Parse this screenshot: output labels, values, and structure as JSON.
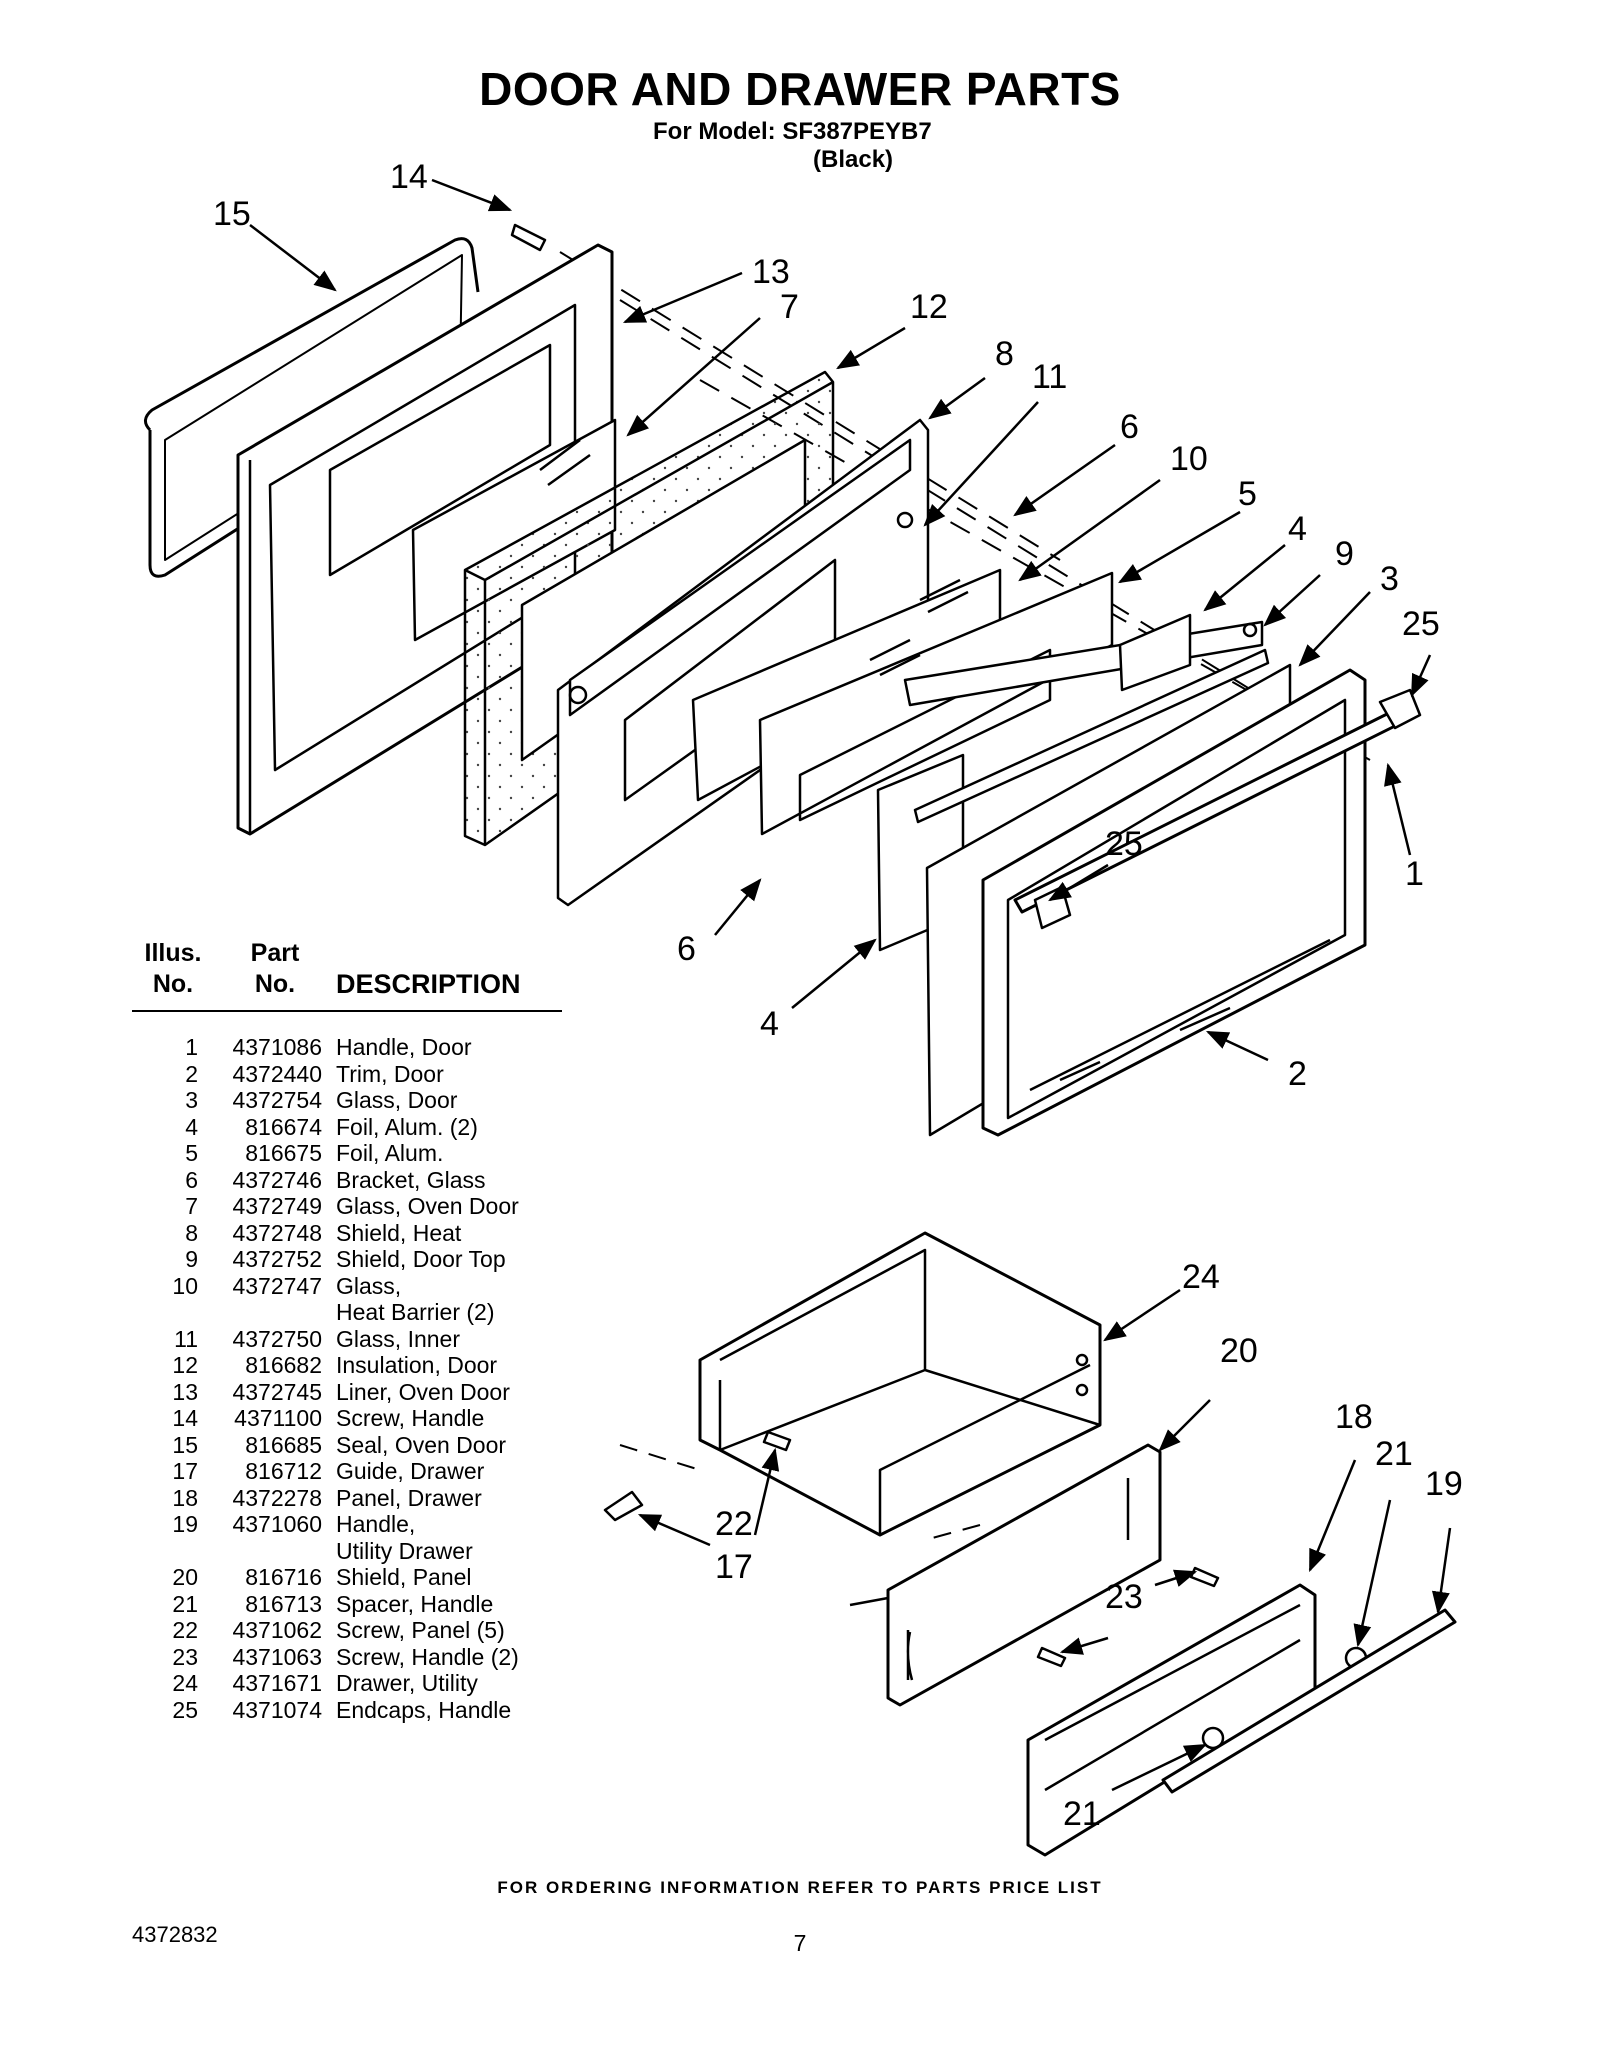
{
  "header": {
    "title": "DOOR AND DRAWER PARTS",
    "model_line": "For Model: SF387PEYB7",
    "color_line": "(Black)"
  },
  "diagram": {
    "callouts": [
      "14",
      "15",
      "13",
      "7",
      "12",
      "8",
      "11",
      "6",
      "10",
      "5",
      "4",
      "9",
      "3",
      "25",
      "1",
      "25",
      "6",
      "4",
      "2",
      "24",
      "20",
      "18",
      "21",
      "19",
      "22",
      "17",
      "23",
      "21"
    ],
    "icons": [
      "exploded-door-diagram",
      "exploded-drawer-diagram"
    ]
  },
  "parts_table": {
    "headers": {
      "illus_top": "Illus.",
      "illus_bottom": "No.",
      "part_top": "Part",
      "part_bottom": "No.",
      "description": "DESCRIPTION"
    },
    "rows": [
      {
        "no": "1",
        "part": "4371086",
        "desc": "Handle, Door"
      },
      {
        "no": "2",
        "part": "4372440",
        "desc": "Trim, Door"
      },
      {
        "no": "3",
        "part": "4372754",
        "desc": "Glass, Door"
      },
      {
        "no": "4",
        "part": "816674",
        "desc": "Foil, Alum. (2)"
      },
      {
        "no": "5",
        "part": "816675",
        "desc": "Foil, Alum."
      },
      {
        "no": "6",
        "part": "4372746",
        "desc": "Bracket, Glass"
      },
      {
        "no": "7",
        "part": "4372749",
        "desc": "Glass, Oven Door"
      },
      {
        "no": "8",
        "part": "4372748",
        "desc": "Shield, Heat"
      },
      {
        "no": "9",
        "part": "4372752",
        "desc": "Shield, Door Top"
      },
      {
        "no": "10",
        "part": "4372747",
        "desc": "Glass,"
      },
      {
        "no": "",
        "part": "",
        "desc": "Heat Barrier (2)"
      },
      {
        "no": "11",
        "part": "4372750",
        "desc": "Glass, Inner"
      },
      {
        "no": "12",
        "part": "816682",
        "desc": "Insulation, Door"
      },
      {
        "no": "13",
        "part": "4372745",
        "desc": "Liner, Oven Door"
      },
      {
        "no": "14",
        "part": "4371100",
        "desc": "Screw, Handle"
      },
      {
        "no": "15",
        "part": "816685",
        "desc": "Seal, Oven Door"
      },
      {
        "no": "17",
        "part": "816712",
        "desc": "Guide, Drawer"
      },
      {
        "no": "18",
        "part": "4372278",
        "desc": "Panel, Drawer"
      },
      {
        "no": "19",
        "part": "4371060",
        "desc": "Handle,"
      },
      {
        "no": "",
        "part": "",
        "desc": "Utility Drawer"
      },
      {
        "no": "20",
        "part": "816716",
        "desc": "Shield, Panel"
      },
      {
        "no": "21",
        "part": "816713",
        "desc": "Spacer, Handle"
      },
      {
        "no": "22",
        "part": "4371062",
        "desc": "Screw, Panel (5)"
      },
      {
        "no": "23",
        "part": "4371063",
        "desc": "Screw, Handle (2)"
      },
      {
        "no": "24",
        "part": "4371671",
        "desc": "Drawer, Utility"
      },
      {
        "no": "25",
        "part": "4371074",
        "desc": "Endcaps, Handle"
      }
    ]
  },
  "footer": {
    "note": "FOR ORDERING INFORMATION REFER TO PARTS PRICE LIST",
    "doc_number": "4372832",
    "page_number": "7"
  }
}
